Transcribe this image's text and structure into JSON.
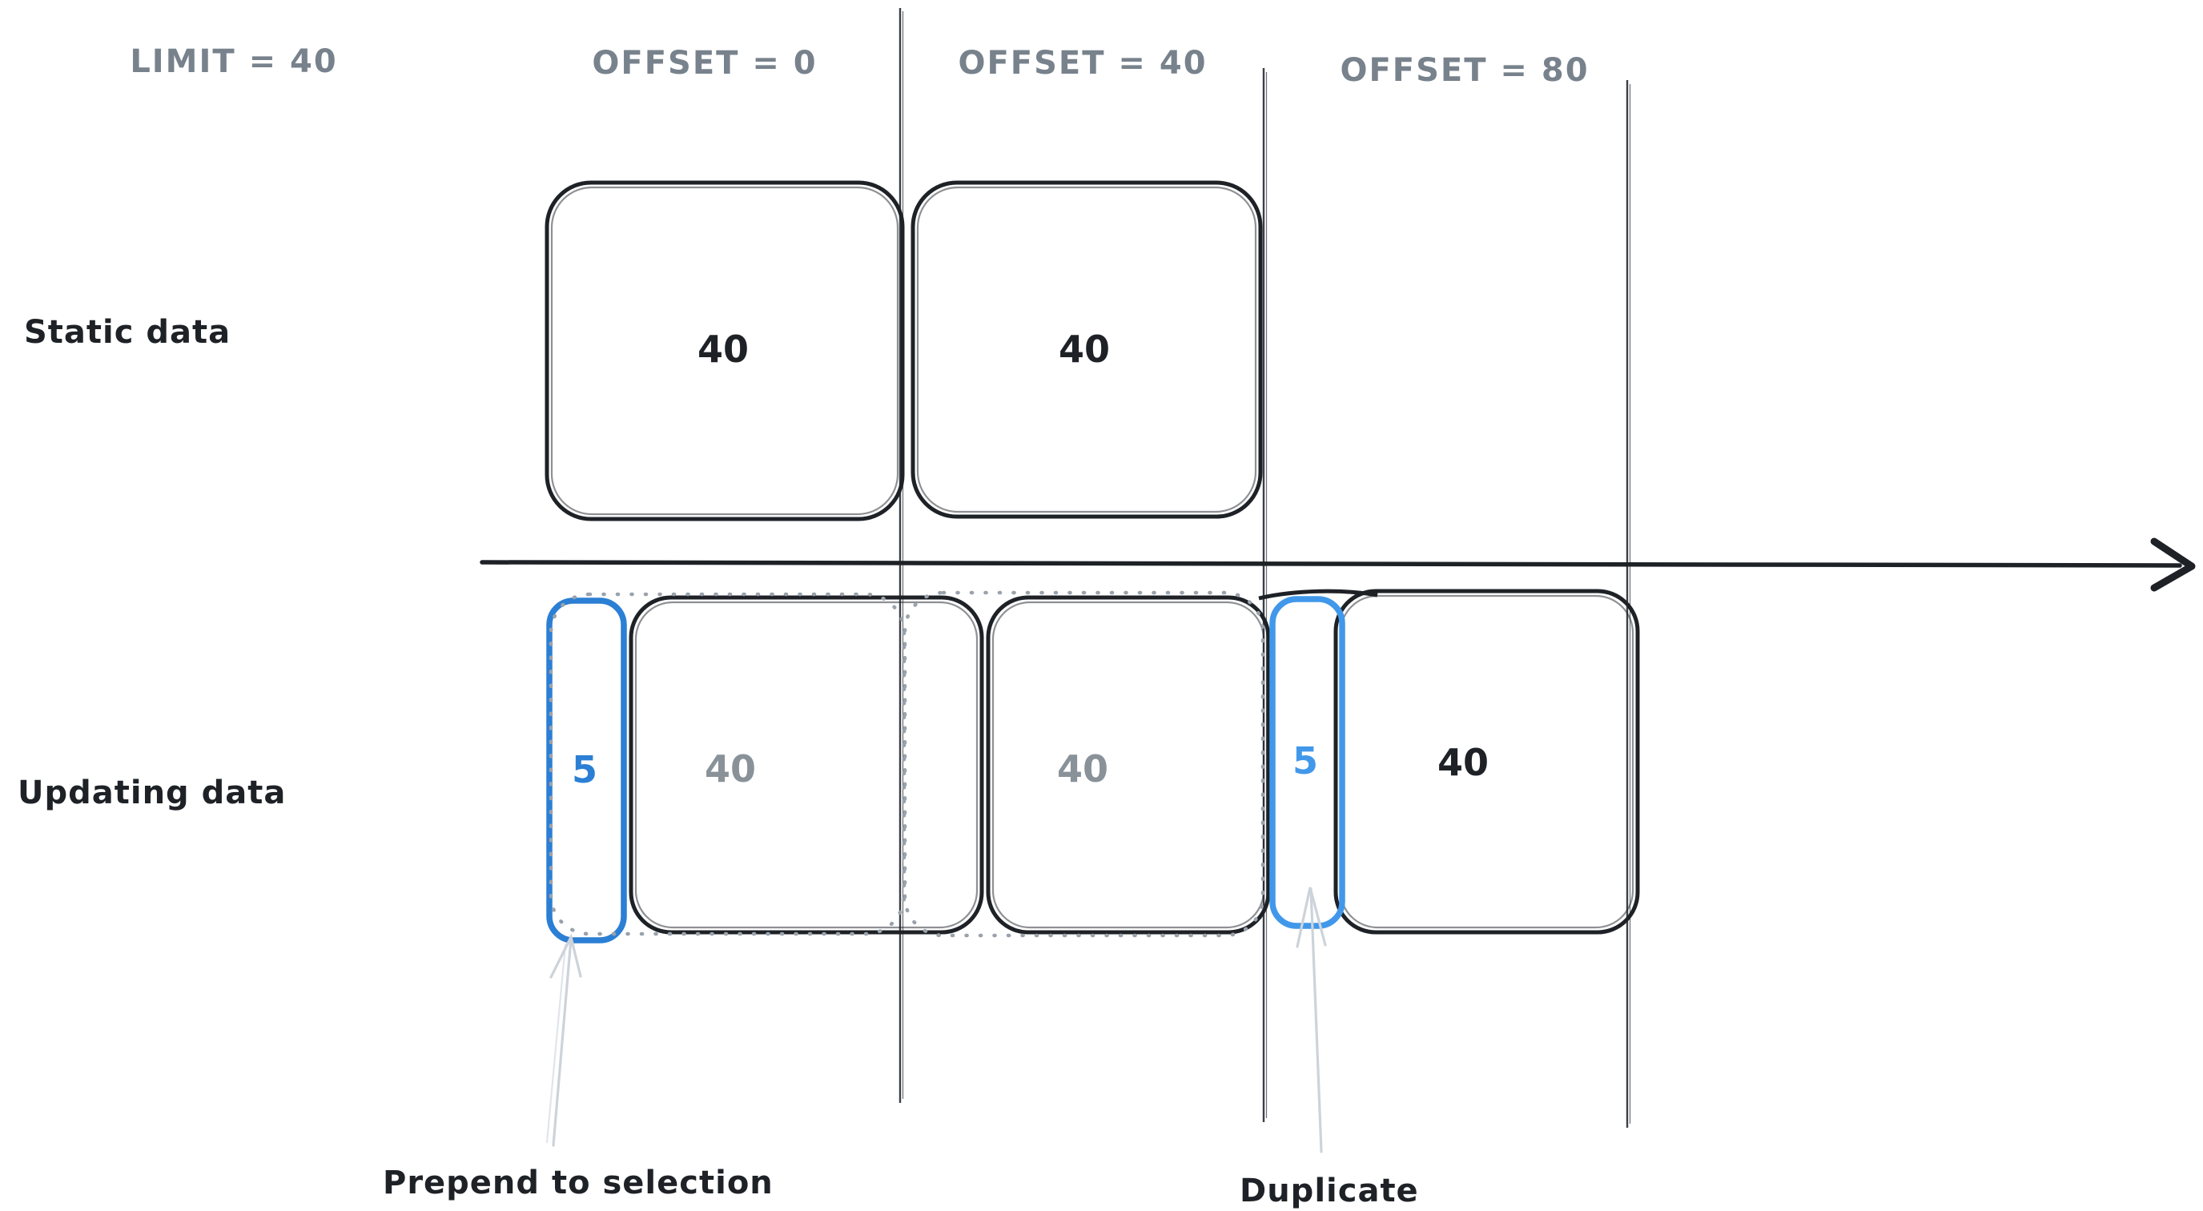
{
  "header": {
    "limit_label": "LIMIT = 40",
    "offset_labels": [
      "OFFSET = 0",
      "OFFSET = 40",
      "OFFSET = 80"
    ]
  },
  "rows": {
    "static": {
      "label": "Static data",
      "boxes": [
        {
          "value": "40"
        },
        {
          "value": "40"
        }
      ]
    },
    "updating": {
      "label": "Updating data",
      "prepended": {
        "value": "5"
      },
      "boxes": [
        {
          "value": "40"
        },
        {
          "value": "40"
        },
        {
          "value": "40"
        }
      ],
      "duplicate": {
        "value": "5"
      }
    }
  },
  "annotations": {
    "prepend": "Prepend to selection",
    "duplicate": "Duplicate"
  },
  "colors": {
    "ink": "#1e2227",
    "muted_header": "#78828c",
    "value_gray": "#8a9299",
    "blue_primary": "#2b7fd4",
    "blue_light": "#4198ea",
    "dot_gray": "#9aa2ab",
    "divider_gray": "#3a4046",
    "arrow_light": "#cdd3da"
  }
}
